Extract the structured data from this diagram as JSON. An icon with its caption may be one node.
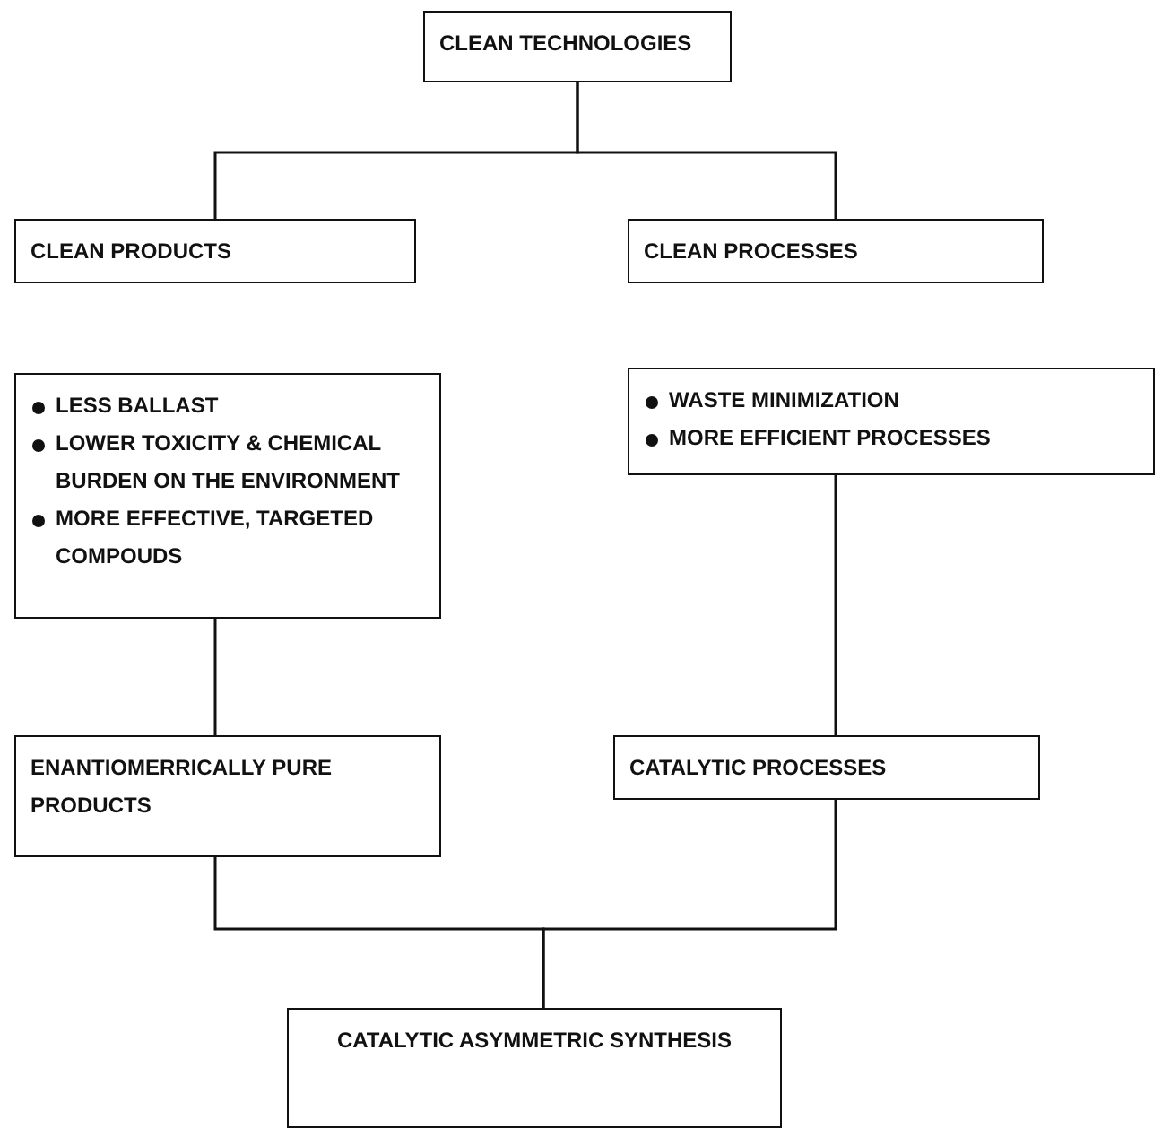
{
  "diagram": {
    "nodes": [
      {
        "text": [
          "CLEAN TECHNOLOGIES"
        ]
      },
      {
        "text": [
          "CLEAN PRODUCTS"
        ]
      },
      {
        "text": [
          "CLEAN PROCESSES"
        ]
      },
      {
        "text": [
          "LESS BALLAST",
          "LOWER TOXICITY & CHEMICAL BURDEN ON THE ENVIRONMENT",
          "MORE EFFECTIVE, TARGETED COMPOUDS"
        ]
      },
      {
        "text": [
          "WASTE MINIMIZATION",
          "MORE EFFICIENT PROCESSES"
        ]
      },
      {
        "text": [
          "ENANTIOMERRICALLY PURE PRODUCTS"
        ]
      },
      {
        "text": [
          "CATALYTIC PROCESSES"
        ]
      },
      {
        "text": [
          "CATALYTIC ASYMMETRIC SYNTHESIS"
        ]
      }
    ],
    "edges": [
      {
        "from": 0,
        "to": 1,
        "arrow": "none"
      },
      {
        "from": 0,
        "to": 2,
        "arrow": "none"
      },
      {
        "from": 3,
        "to": 5,
        "arrow": "none"
      },
      {
        "from": 4,
        "to": 6,
        "arrow": "none"
      },
      {
        "from": 5,
        "to": 7,
        "arrow": "none"
      },
      {
        "from": 6,
        "to": 7,
        "arrow": "none"
      }
    ]
  }
}
